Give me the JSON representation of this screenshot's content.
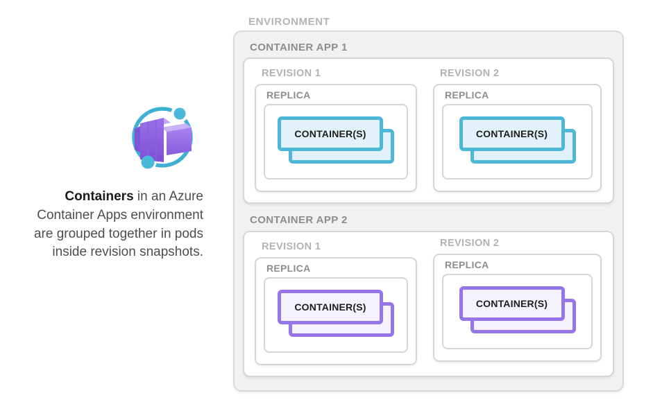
{
  "caption": {
    "line1_bold": "Containers",
    "line1_rest": " in an Azure",
    "line2": "Container Apps environment",
    "line3": "are grouped together in pods",
    "line4": "inside revision snapshots."
  },
  "icon": {
    "name": "azure-container-apps-icon",
    "ring_color": "#3FB0D4",
    "cube_color_main": "#8A5CDC",
    "cube_color_top": "#C2A7F4"
  },
  "colors": {
    "teal_border": "#4CB7D8",
    "teal_fill": "#E3F2FA",
    "purple_border": "#9674EA",
    "purple_fill": "#F5F2FD",
    "gray_box_border": "#D5D5D5",
    "gray_label_dark": "#8D8D8D",
    "gray_label_light": "#B3B3B3"
  },
  "environment": {
    "label": "ENVIRONMENT",
    "apps": [
      {
        "label": "CONTAINER APP 1",
        "accent": "#4CB7D8",
        "revisions": [
          {
            "label": "REVISION 1",
            "replica_label": "REPLICA",
            "container_label": "CONTAINER(S)"
          },
          {
            "label": "REVISION 2",
            "replica_label": "REPLICA",
            "container_label": "CONTAINER(S)"
          }
        ]
      },
      {
        "label": "CONTAINER APP 2",
        "accent": "#9674EA",
        "revisions": [
          {
            "label": "REVISION 1",
            "replica_label": "REPLICA",
            "container_label": "CONTAINER(S)"
          },
          {
            "label": "REVISION 2",
            "replica_label": "REPLICA",
            "container_label": "CONTAINER(S)"
          }
        ]
      }
    ]
  }
}
